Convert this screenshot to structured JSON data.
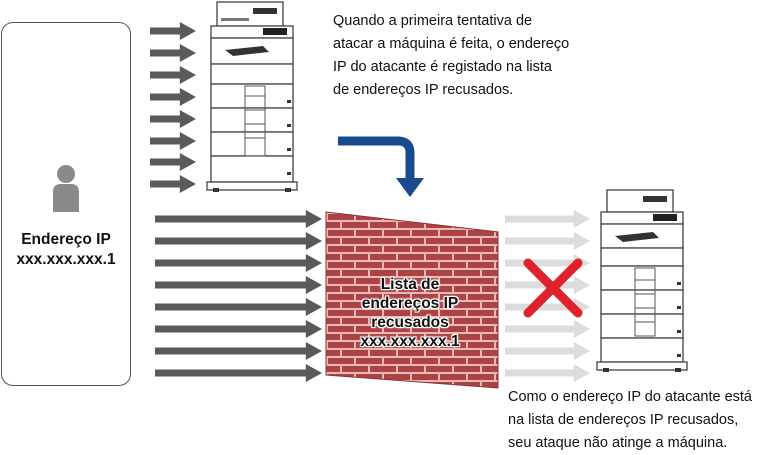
{
  "attacker": {
    "label": "Endereço IP",
    "ip": "xxx.xxx.xxx.1",
    "icon": "person-icon"
  },
  "note_top": {
    "lines": [
      "Quando a primeira tentativa de",
      "atacar a máquina é feita, o endereço",
      "IP do atacante é registado na lista",
      "de endereços IP recusados."
    ]
  },
  "wall": {
    "lines": [
      "Lista de",
      "endereços IP",
      "recusados",
      "xxx.xxx.xxx.1"
    ],
    "color": "#b4474a"
  },
  "note_bottom": {
    "lines": [
      "Como o endereço IP do atacante está",
      "na lista de endereços IP recusados,",
      "seu ataque não atinge a máquina."
    ]
  },
  "colors": {
    "attack_arrow": "#5a5a5a",
    "blocked_arrow": "#dcdcdc",
    "flow_arrow": "#1a4a8e",
    "block_mark": "#e0202a"
  }
}
